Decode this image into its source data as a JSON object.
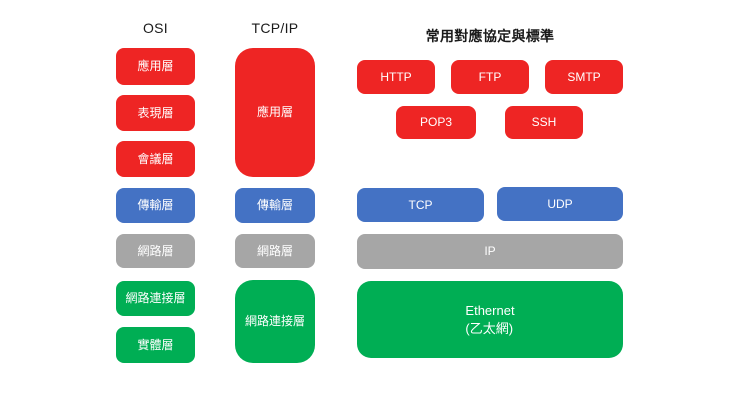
{
  "colors": {
    "red": "#ee2524",
    "blue": "#4472c4",
    "gray": "#a6a6a6",
    "green": "#00ae54",
    "box_text": "#ffffff",
    "header_text": "#1a1a1a",
    "background": "#ffffff"
  },
  "columns": {
    "osi": {
      "title": "OSI",
      "layers": [
        {
          "label": "應用層",
          "color": "red"
        },
        {
          "label": "表現層",
          "color": "red"
        },
        {
          "label": "會議層",
          "color": "red"
        },
        {
          "label": "傳輸層",
          "color": "blue"
        },
        {
          "label": "網路層",
          "color": "gray"
        },
        {
          "label": "網路連接層",
          "color": "green"
        },
        {
          "label": "實體層",
          "color": "green"
        }
      ]
    },
    "tcpip": {
      "title": "TCP/IP",
      "layers": [
        {
          "label": "應用層",
          "color": "red",
          "spans_osi_rows": "1-3"
        },
        {
          "label": "傳輸層",
          "color": "blue",
          "spans_osi_rows": "4"
        },
        {
          "label": "網路層",
          "color": "gray",
          "spans_osi_rows": "5"
        },
        {
          "label": "網路連接層",
          "color": "green",
          "spans_osi_rows": "6-7"
        }
      ]
    },
    "protocols": {
      "title": "常用對應協定與標準",
      "row1": [
        {
          "label": "HTTP",
          "color": "red"
        },
        {
          "label": "FTP",
          "color": "red"
        },
        {
          "label": "SMTP",
          "color": "red"
        }
      ],
      "row2": [
        {
          "label": "POP3",
          "color": "red"
        },
        {
          "label": "SSH",
          "color": "red"
        }
      ],
      "transport": [
        {
          "label": "TCP",
          "color": "blue"
        },
        {
          "label": "UDP",
          "color": "blue"
        }
      ],
      "network": {
        "label": "IP",
        "color": "gray"
      },
      "link": {
        "label": "Ethernet",
        "sublabel": "(乙太網)",
        "color": "green"
      }
    }
  }
}
